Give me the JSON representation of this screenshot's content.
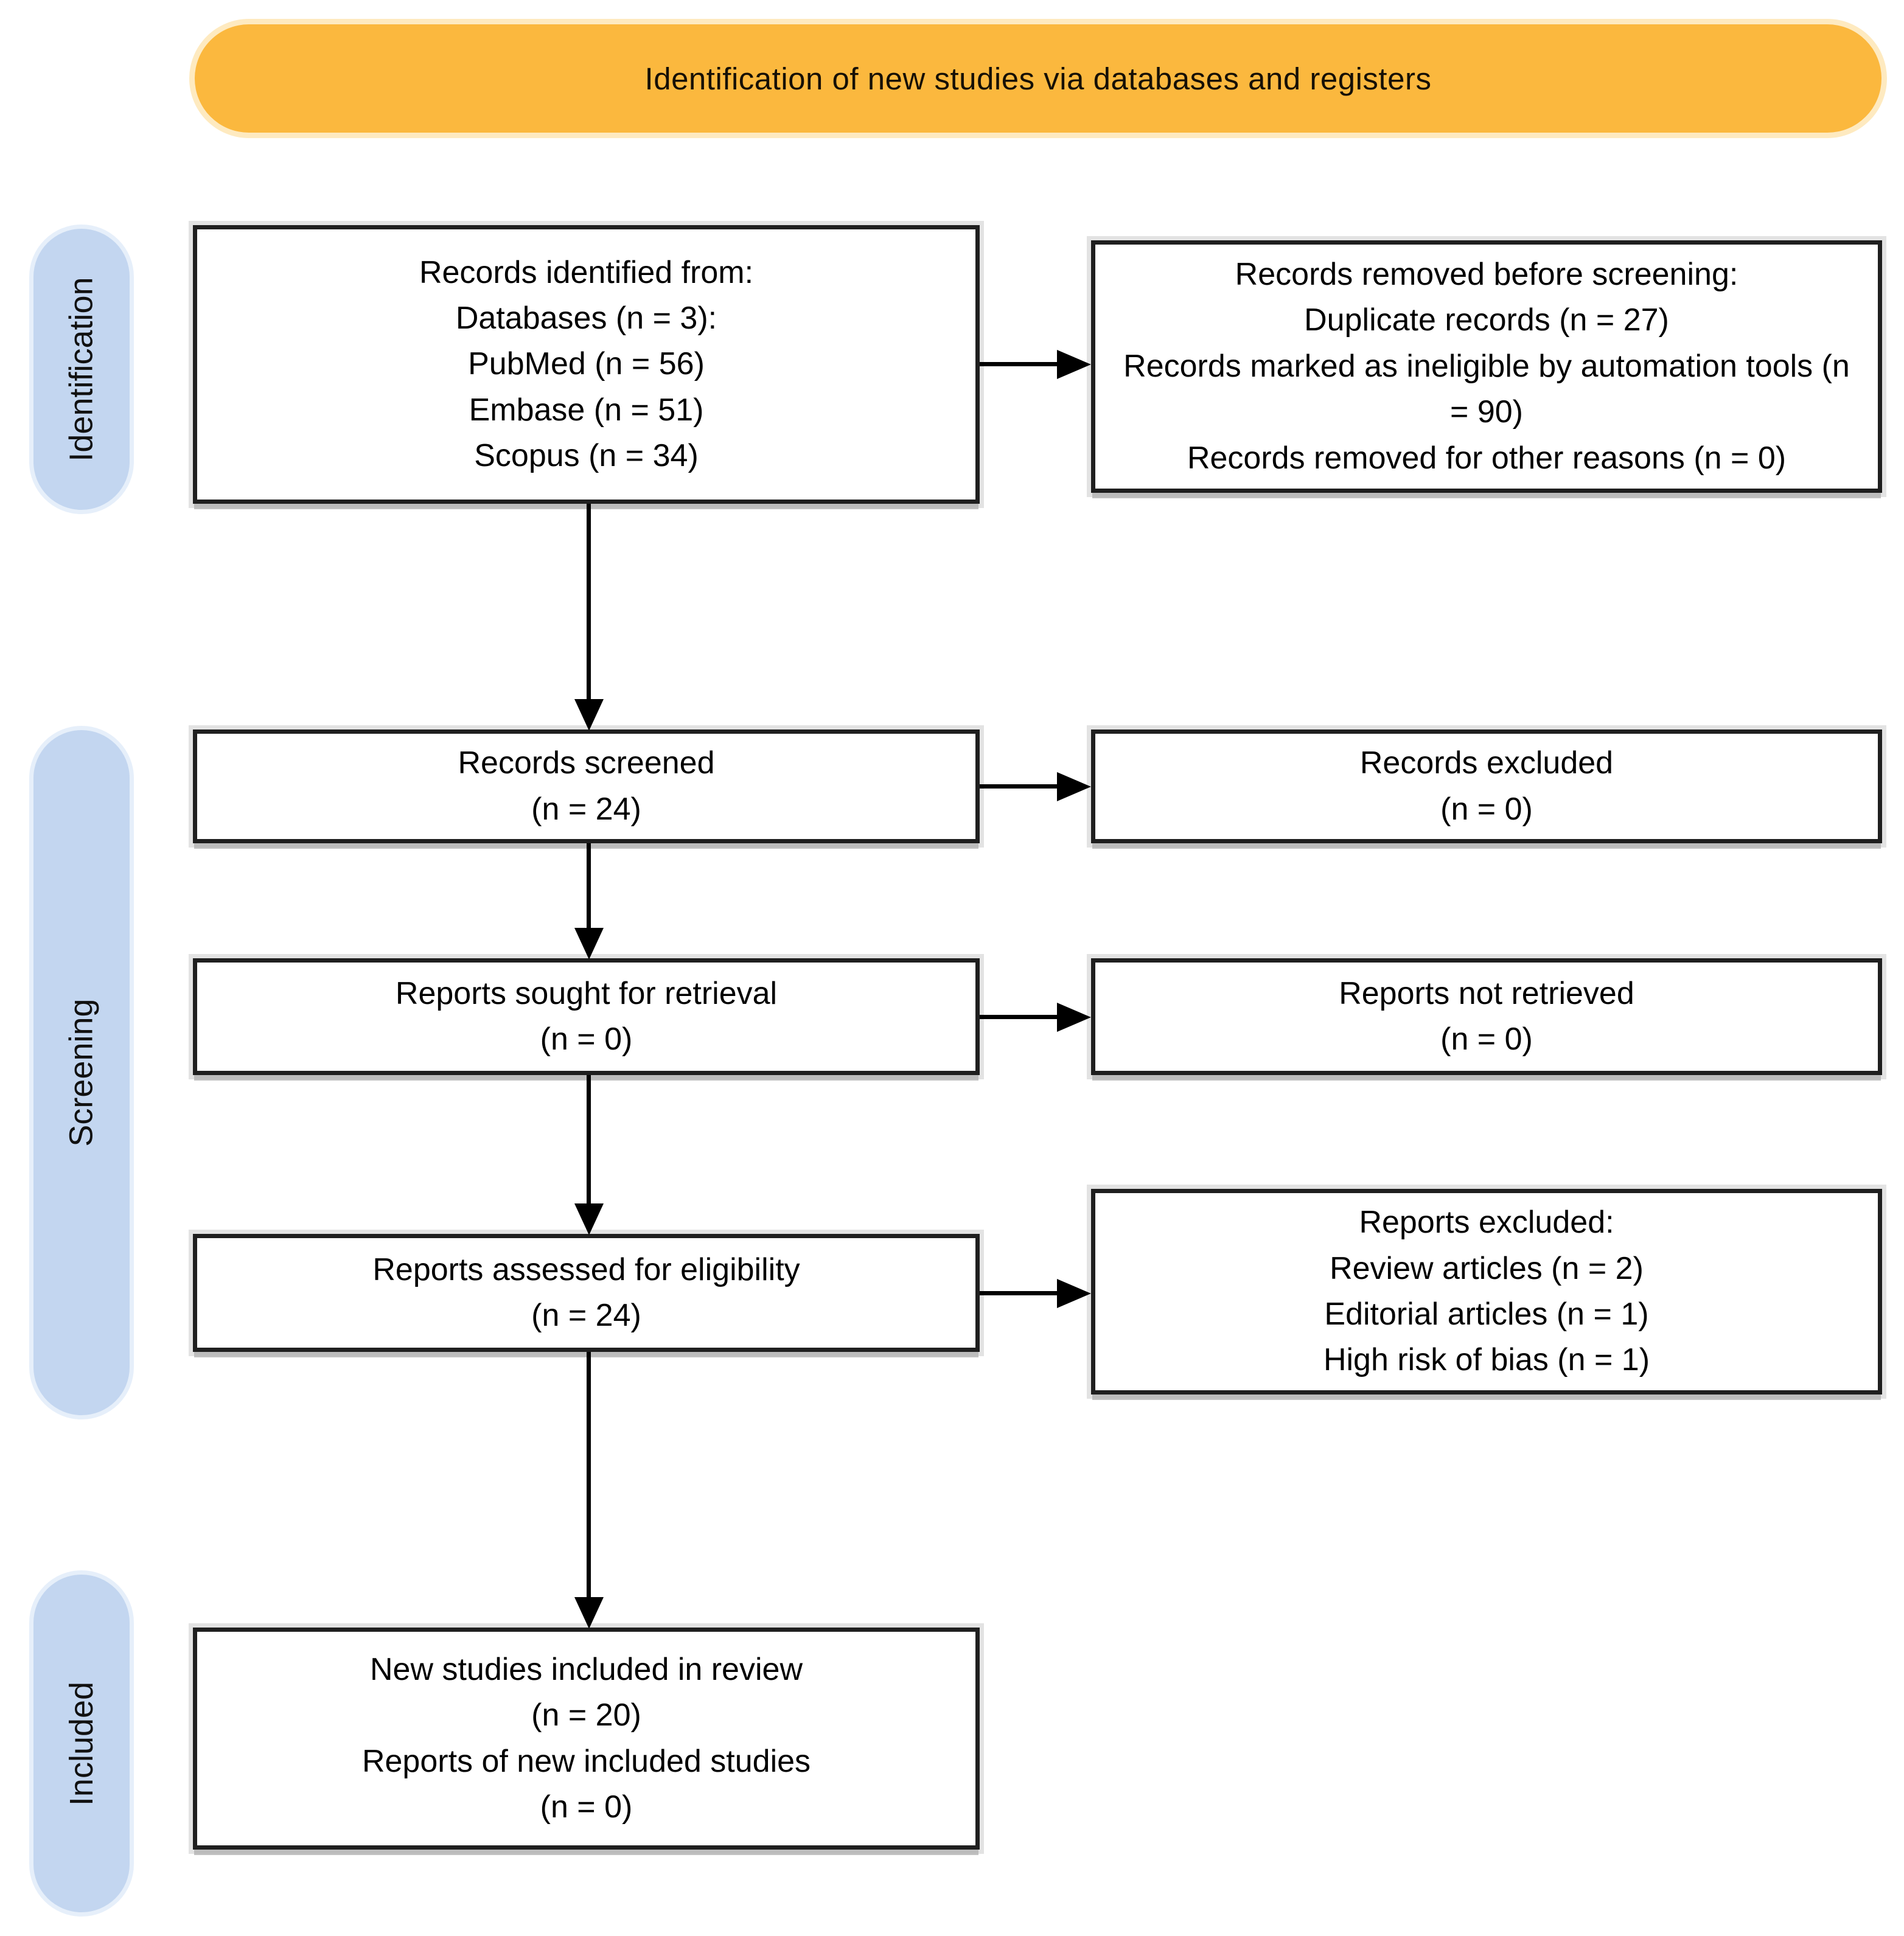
{
  "banner": {
    "title": "Identification of new studies via databases and registers"
  },
  "stages": {
    "identification": "Identification",
    "screening": "Screening",
    "included": "Included"
  },
  "boxes": {
    "records_identified": {
      "lines": [
        "Records identified from:",
        "Databases (n = 3):",
        "PubMed (n = 56)",
        "Embase (n = 51)",
        "Scopus (n = 34)"
      ]
    },
    "records_removed": {
      "lines": [
        "Records removed before screening:",
        "Duplicate records (n = 27)",
        "Records marked as ineligible by automation tools (n = 90)",
        "Records removed for other reasons (n = 0)"
      ]
    },
    "records_screened": {
      "lines": [
        "Records screened",
        "(n = 24)"
      ]
    },
    "records_excluded": {
      "lines": [
        "Records excluded",
        "(n = 0)"
      ]
    },
    "reports_sought": {
      "lines": [
        "Reports sought for retrieval",
        "(n = 0)"
      ]
    },
    "reports_not_retrieved": {
      "lines": [
        "Reports not retrieved",
        "(n = 0)"
      ]
    },
    "reports_assessed": {
      "lines": [
        "Reports assessed for eligibility",
        "(n = 24)"
      ]
    },
    "reports_excluded": {
      "lines": [
        "Reports excluded:",
        "Review articles (n = 2)",
        "Editorial articles (n = 1)",
        "High risk of bias (n = 1)"
      ]
    },
    "new_studies_included": {
      "lines": [
        "New studies included in review",
        "(n = 20)",
        "Reports of new included studies",
        "(n = 0)"
      ]
    }
  },
  "colors": {
    "banner-bg": "#FBB83E",
    "stage-bg": "#C3D6F0",
    "box-border": "#1F1F1F",
    "arrow": "#000000"
  }
}
